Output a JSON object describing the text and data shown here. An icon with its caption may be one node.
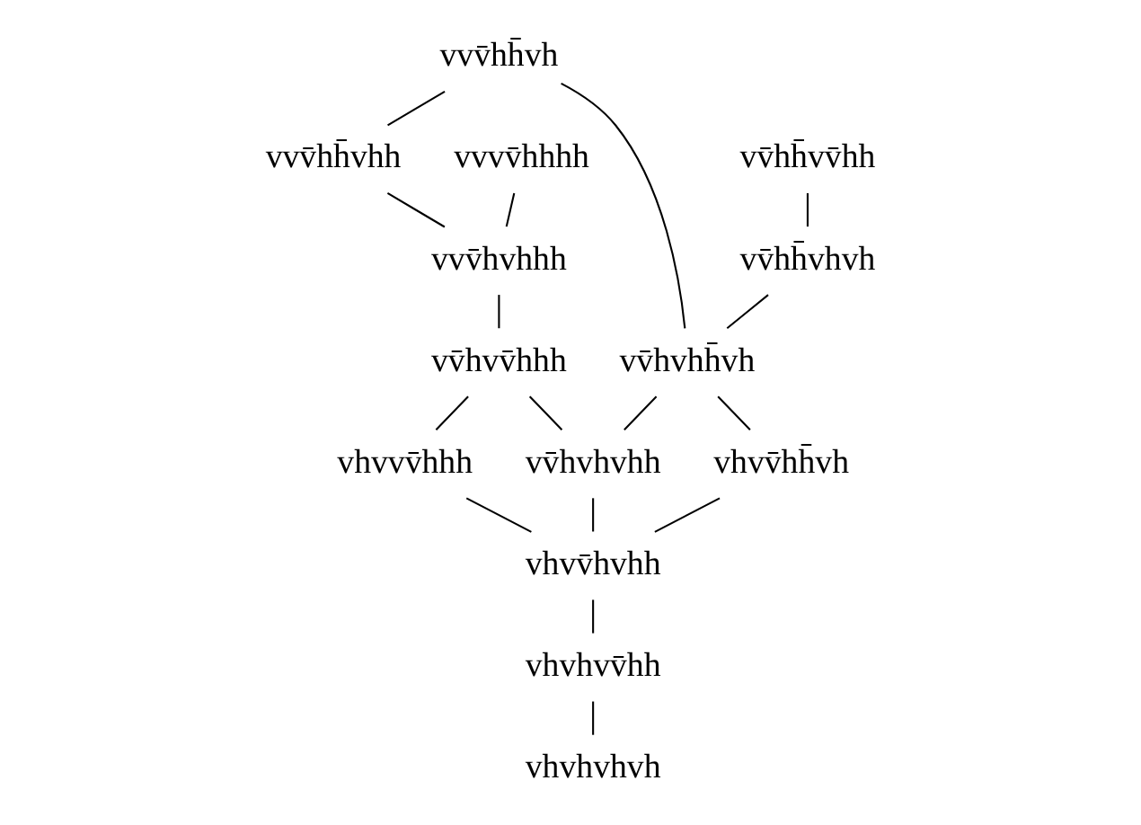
{
  "diagram": {
    "nodes": [
      {
        "text": [
          "vvv̄hh̄vh"
        ]
      },
      {
        "text": [
          "vvvv̄hhhh"
        ]
      },
      {
        "text": [
          "vvv̄hh̄vhh"
        ]
      },
      {
        "text": [
          "vv̄hh̄vv̄hh"
        ]
      },
      {
        "text": [
          "vvv̄hvhhh"
        ]
      },
      {
        "text": [
          "vv̄hh̄vhvh"
        ]
      },
      {
        "text": [
          "vv̄hvv̄hhh"
        ]
      },
      {
        "text": [
          "vv̄hvhh̄vh"
        ]
      },
      {
        "text": [
          "vhvvv̄hhh"
        ]
      },
      {
        "text": [
          "vv̄hvhvhh"
        ]
      },
      {
        "text": [
          "vhvv̄hh̄vh"
        ]
      },
      {
        "text": [
          "vhvv̄hvhh"
        ]
      },
      {
        "text": [
          "vhvhvv̄hh"
        ]
      },
      {
        "text": [
          "vhvhvhvh"
        ]
      }
    ],
    "edges": [
      {
        "from": 0,
        "to": 2,
        "arrow": "none"
      },
      {
        "from": 0,
        "to": 7,
        "arrow": "none"
      },
      {
        "from": 1,
        "to": 4,
        "arrow": "none"
      },
      {
        "from": 2,
        "to": 4,
        "arrow": "none"
      },
      {
        "from": 3,
        "to": 5,
        "arrow": "none"
      },
      {
        "from": 5,
        "to": 7,
        "arrow": "none"
      },
      {
        "from": 4,
        "to": 6,
        "arrow": "none"
      },
      {
        "from": 6,
        "to": 8,
        "arrow": "none"
      },
      {
        "from": 6,
        "to": 9,
        "arrow": "none"
      },
      {
        "from": 7,
        "to": 9,
        "arrow": "none"
      },
      {
        "from": 7,
        "to": 10,
        "arrow": "none"
      },
      {
        "from": 8,
        "to": 11,
        "arrow": "none"
      },
      {
        "from": 9,
        "to": 11,
        "arrow": "none"
      },
      {
        "from": 10,
        "to": 11,
        "arrow": "none"
      },
      {
        "from": 11,
        "to": 12,
        "arrow": "none"
      },
      {
        "from": 12,
        "to": 13,
        "arrow": "none"
      }
    ]
  }
}
